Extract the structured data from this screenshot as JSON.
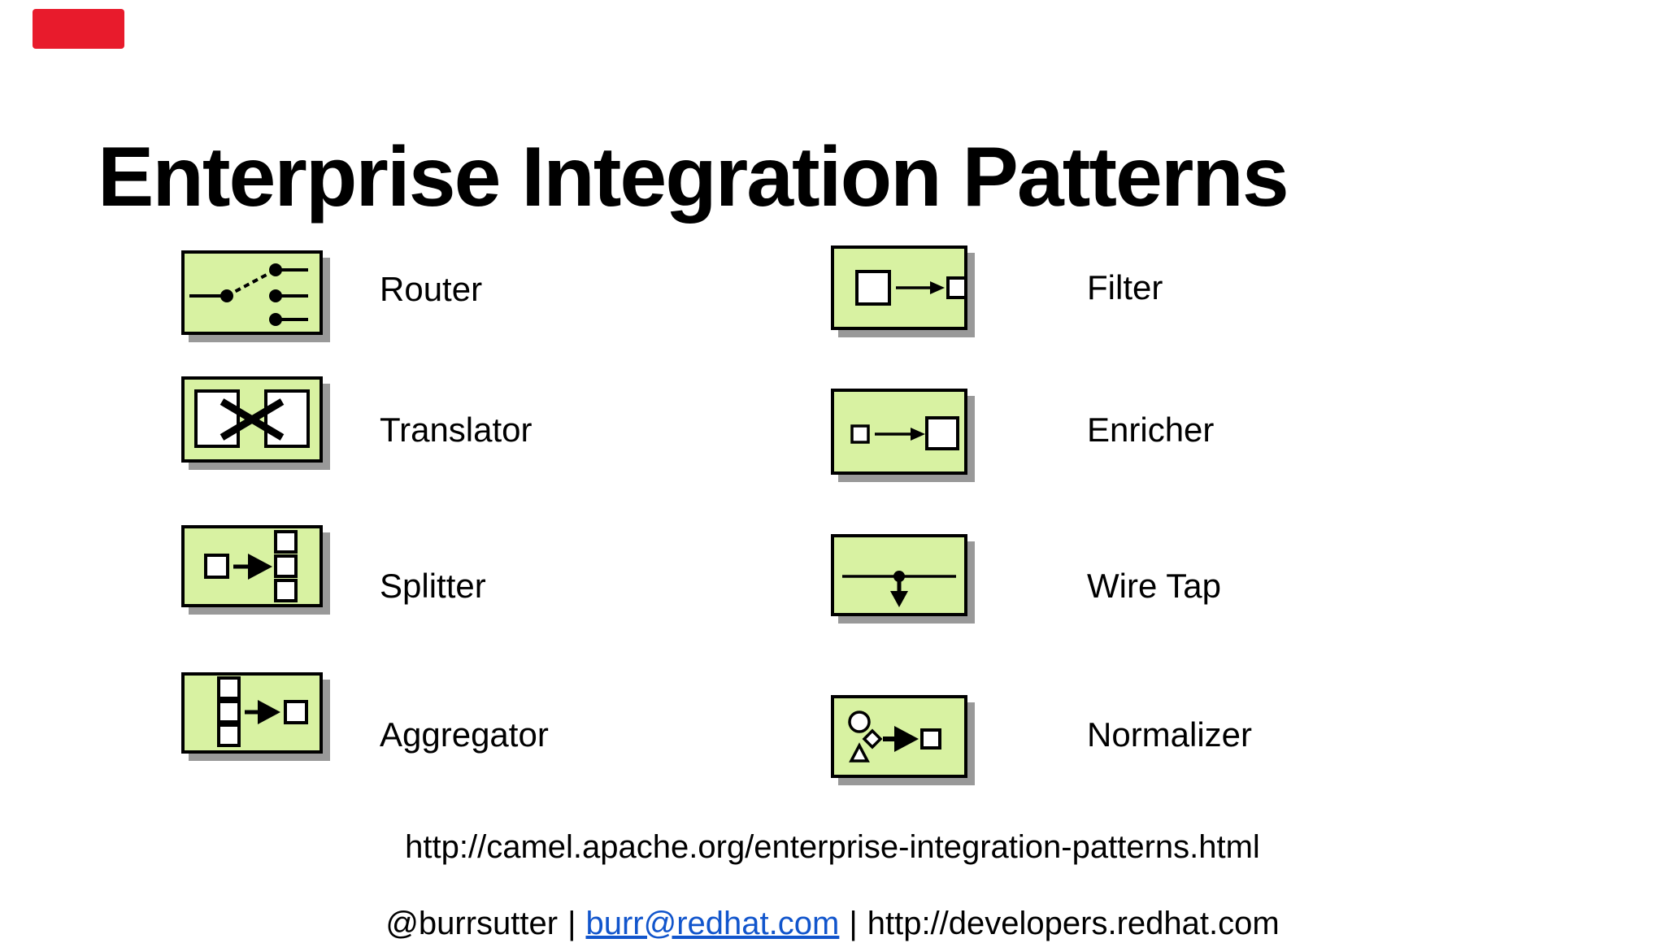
{
  "title": "Enterprise Integration Patterns",
  "patterns": [
    {
      "label": "Router",
      "icon": "router-icon"
    },
    {
      "label": "Translator",
      "icon": "translator-icon"
    },
    {
      "label": "Splitter",
      "icon": "splitter-icon"
    },
    {
      "label": "Aggregator",
      "icon": "aggregator-icon"
    },
    {
      "label": "Filter",
      "icon": "filter-icon"
    },
    {
      "label": "Enricher",
      "icon": "enricher-icon"
    },
    {
      "label": "Wire Tap",
      "icon": "wiretap-icon"
    },
    {
      "label": "Normalizer",
      "icon": "normalizer-icon"
    }
  ],
  "footer": {
    "camel_url": "http://camel.apache.org/enterprise-integration-patterns.html",
    "handle": "@burrsutter",
    "sep": "|",
    "email": "burr@redhat.com",
    "site": "http://developers.redhat.com"
  },
  "colors": {
    "icon_fill": "#d8f2a2",
    "icon_border": "#000000",
    "icon_shadow": "#999999",
    "link_blue": "#1155cc",
    "text_black": "#000000",
    "badge_red": "#e81b2c",
    "background": "#ffffff"
  }
}
